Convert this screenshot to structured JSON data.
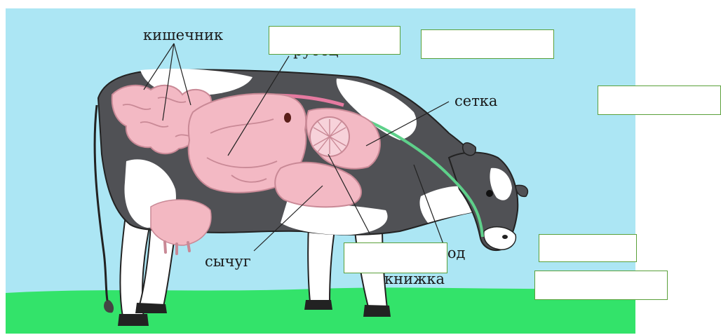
{
  "colors": {
    "sky": "#ace6f4",
    "grass": "#33e36a",
    "organ_pink": "#f3b9c4",
    "organ_outline": "#c98996",
    "cow_dark": "#505155",
    "cow_light": "#ffffff",
    "udder": "#f3b8c2",
    "esophagus": "#5ed08a",
    "box_border": "#5aa03a"
  },
  "labels": {
    "intestine": "кишечник",
    "rumen_partial": "рубец",
    "reticulum": "сетка",
    "abomasum": "сычуг",
    "esophagus_partial": "вод",
    "omasum": "книжка"
  },
  "answer_boxes": [
    {
      "id": "box-1",
      "value": ""
    },
    {
      "id": "box-2",
      "value": ""
    },
    {
      "id": "box-3",
      "value": ""
    },
    {
      "id": "box-4",
      "value": ""
    },
    {
      "id": "box-5",
      "value": ""
    },
    {
      "id": "box-6",
      "value": ""
    }
  ]
}
